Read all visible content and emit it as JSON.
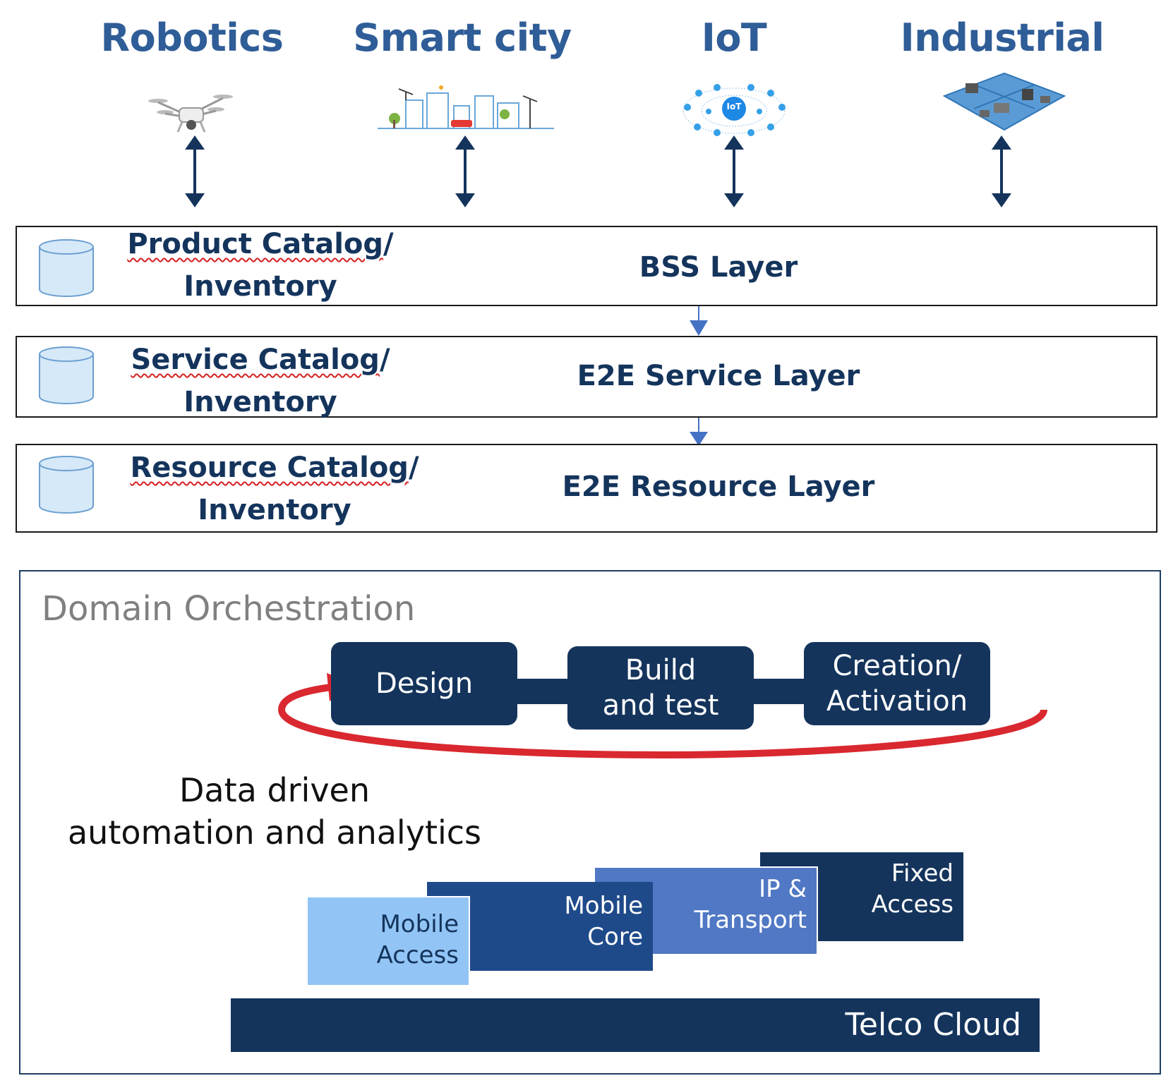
{
  "categories": [
    {
      "label": "Robotics",
      "icon": "drone-icon"
    },
    {
      "label": "Smart city",
      "icon": "city-skyline-icon"
    },
    {
      "label": "IoT",
      "icon": "iot-network-icon",
      "badge": "IoT"
    },
    {
      "label": "Industrial",
      "icon": "industrial-puzzle-icon"
    }
  ],
  "layers": [
    {
      "catalog_word": "Product Catalog",
      "catalog_line2": "Inventory",
      "name": "BSS Layer"
    },
    {
      "catalog_word": "Service Catalog",
      "catalog_line2": "Inventory",
      "name": "E2E Service Layer"
    },
    {
      "catalog_word": "Resource Catalog",
      "catalog_line2": "Inventory",
      "name": "E2E Resource Layer"
    }
  ],
  "domain": {
    "title": "Domain Orchestration",
    "steps": [
      {
        "line1": "Design",
        "line2": ""
      },
      {
        "line1": "Build",
        "line2": "and test"
      },
      {
        "line1": "Creation/",
        "line2": "Activation"
      }
    ],
    "analytics": {
      "line1": "Data driven",
      "line2": "automation and analytics"
    },
    "domains": [
      {
        "line1": "Mobile",
        "line2": "Access"
      },
      {
        "line1": "Mobile",
        "line2": "Core"
      },
      {
        "line1": "IP &",
        "line2": "Transport"
      },
      {
        "line1": "Fixed",
        "line2": "Access"
      }
    ],
    "platform": "Telco Cloud"
  },
  "colors": {
    "category_title": "#2f5d97",
    "navy": "#14345c",
    "cylinder_fill": "#d6e9f8",
    "cycle_arrow": "#d9282f",
    "mobile_access": "#92c5f5",
    "mobile_core": "#1f4a8a",
    "ip_transport": "#5078c4",
    "fixed_access": "#14345c"
  }
}
